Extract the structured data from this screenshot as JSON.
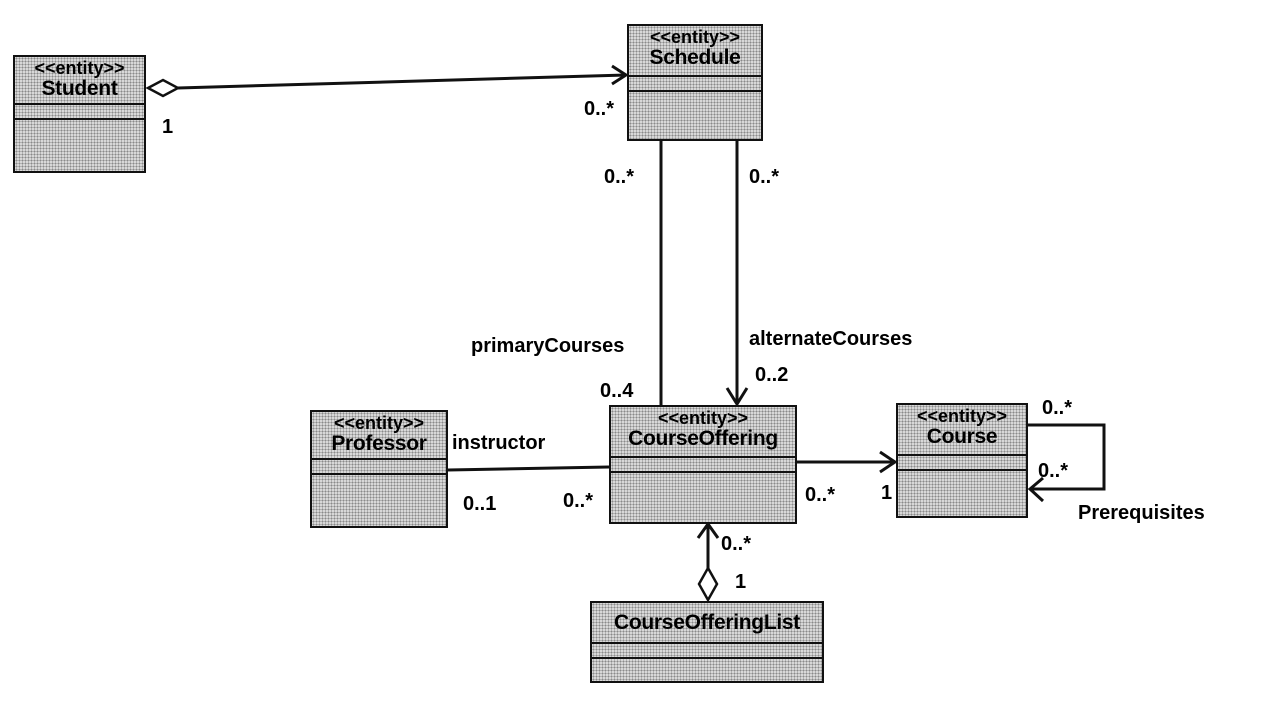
{
  "classes": {
    "student": {
      "stereotype": "<<entity>>",
      "name": "Student"
    },
    "schedule": {
      "stereotype": "<<entity>>",
      "name": "Schedule"
    },
    "professor": {
      "stereotype": "<<entity>>",
      "name": "Professor"
    },
    "course_offering": {
      "stereotype": "<<entity>>",
      "name": "CourseOffering"
    },
    "course": {
      "stereotype": "<<entity>>",
      "name": "Course"
    },
    "course_offering_list": {
      "name": "CourseOfferingList"
    }
  },
  "associations": {
    "student_schedule": {
      "student_mult": "1",
      "schedule_mult": "0..*"
    },
    "primary_courses": {
      "role": "primaryCourses",
      "schedule_mult": "0..*",
      "offering_mult": "0..4"
    },
    "alternate_courses": {
      "role": "alternateCourses",
      "schedule_mult": "0..*",
      "offering_mult": "0..2"
    },
    "instructor": {
      "role": "instructor",
      "professor_mult": "0..1",
      "offering_mult": "0..*"
    },
    "offering_course": {
      "offering_mult": "0..*",
      "course_mult": "1"
    },
    "prerequisites": {
      "role": "Prerequisites",
      "mult_top": "0..*",
      "mult_bottom": "0..*"
    },
    "list_offering": {
      "offering_mult": "0..*",
      "list_mult": "1"
    }
  }
}
